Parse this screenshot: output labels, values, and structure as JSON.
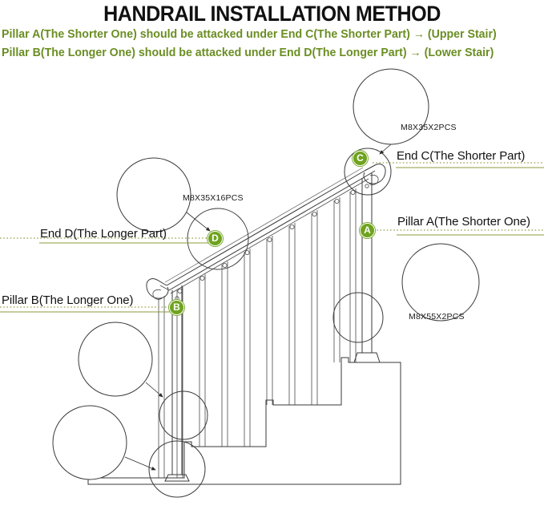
{
  "header": {
    "title": "HANDRAIL INSTALLATION METHOD",
    "instruction_line_1": "Pillar A(The Shorter One) should be attacked under End C(The Shorter Part) → (Upper Stair)",
    "instruction_line_2": "Pillar B(The Longer One) should be attacked under End D(The Longer Part) →  (Lower Stair)"
  },
  "colors": {
    "marker_green": "#6fa31e",
    "instruction_green": "#6b8e23",
    "line_dark": "#333333",
    "leader_dotted": "#9aa04a",
    "title_black": "#111111"
  },
  "callouts": {
    "end_c": {
      "label": "End C(The Shorter Part)",
      "marker": "C",
      "part_number": "M8X35X2PCS"
    },
    "end_d": {
      "label": "End D(The Longer Part)",
      "marker": "D",
      "part_number": "M8X35X16PCS"
    },
    "pillar_a": {
      "label": "Pillar A(The Shorter One)",
      "marker": "A",
      "part_number": "M8X55X2PCS"
    },
    "pillar_b": {
      "label": "Pillar B(The Longer One)",
      "marker": "B"
    }
  },
  "detail_views": [
    {
      "name": "handrail-end-screw-detail",
      "part_number": "M8X35X2PCS"
    },
    {
      "name": "rail-baluster-screw-detail",
      "part_number": "M8X35X16PCS"
    },
    {
      "name": "post-bracket-screw-detail",
      "part_number": "M8X55X2PCS"
    },
    {
      "name": "lower-post-bracket-detail",
      "part_number": ""
    },
    {
      "name": "base-flange-anchor-detail",
      "part_number": ""
    }
  ],
  "diagram": {
    "name": "staircase-handrail-assembly",
    "baluster_count": 10,
    "post_count": 2,
    "stair_step_count": 3
  }
}
